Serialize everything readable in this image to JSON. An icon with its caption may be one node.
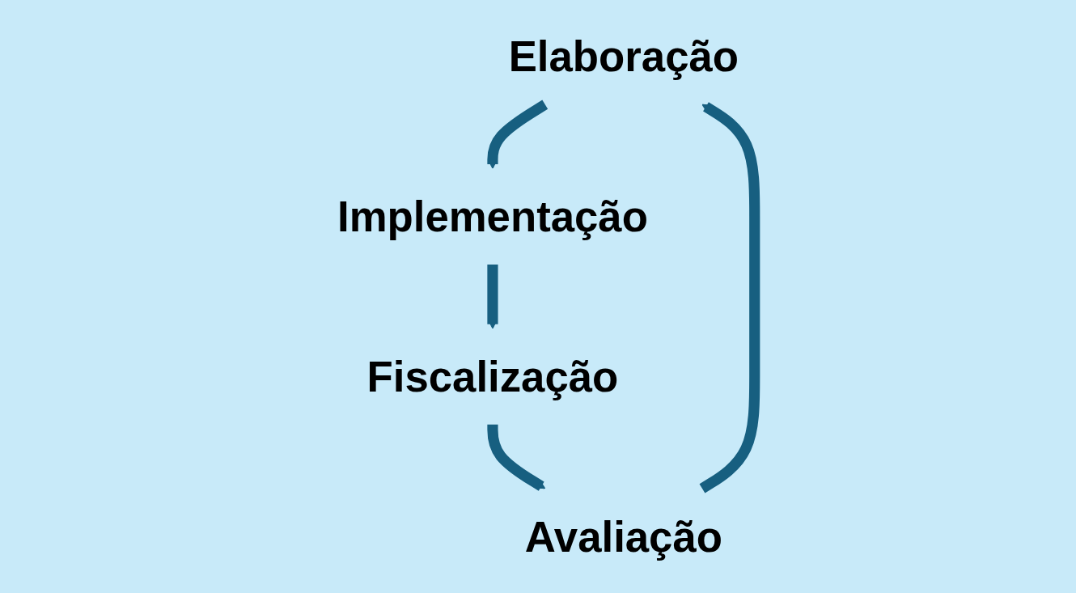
{
  "diagram": {
    "nodes": [
      {
        "text": [
          "Elaboração"
        ]
      },
      {
        "text": [
          "Avaliação"
        ]
      },
      {
        "text": [
          "Implementação"
        ]
      },
      {
        "text": [
          "Fiscalização"
        ]
      }
    ],
    "edges": [
      {
        "from": 1,
        "to": 0,
        "arrow": "to"
      },
      {
        "from": 0,
        "to": 2,
        "arrow": "to"
      },
      {
        "from": 2,
        "to": 3,
        "arrow": "to"
      },
      {
        "from": 3,
        "to": 1,
        "arrow": "to"
      }
    ]
  }
}
